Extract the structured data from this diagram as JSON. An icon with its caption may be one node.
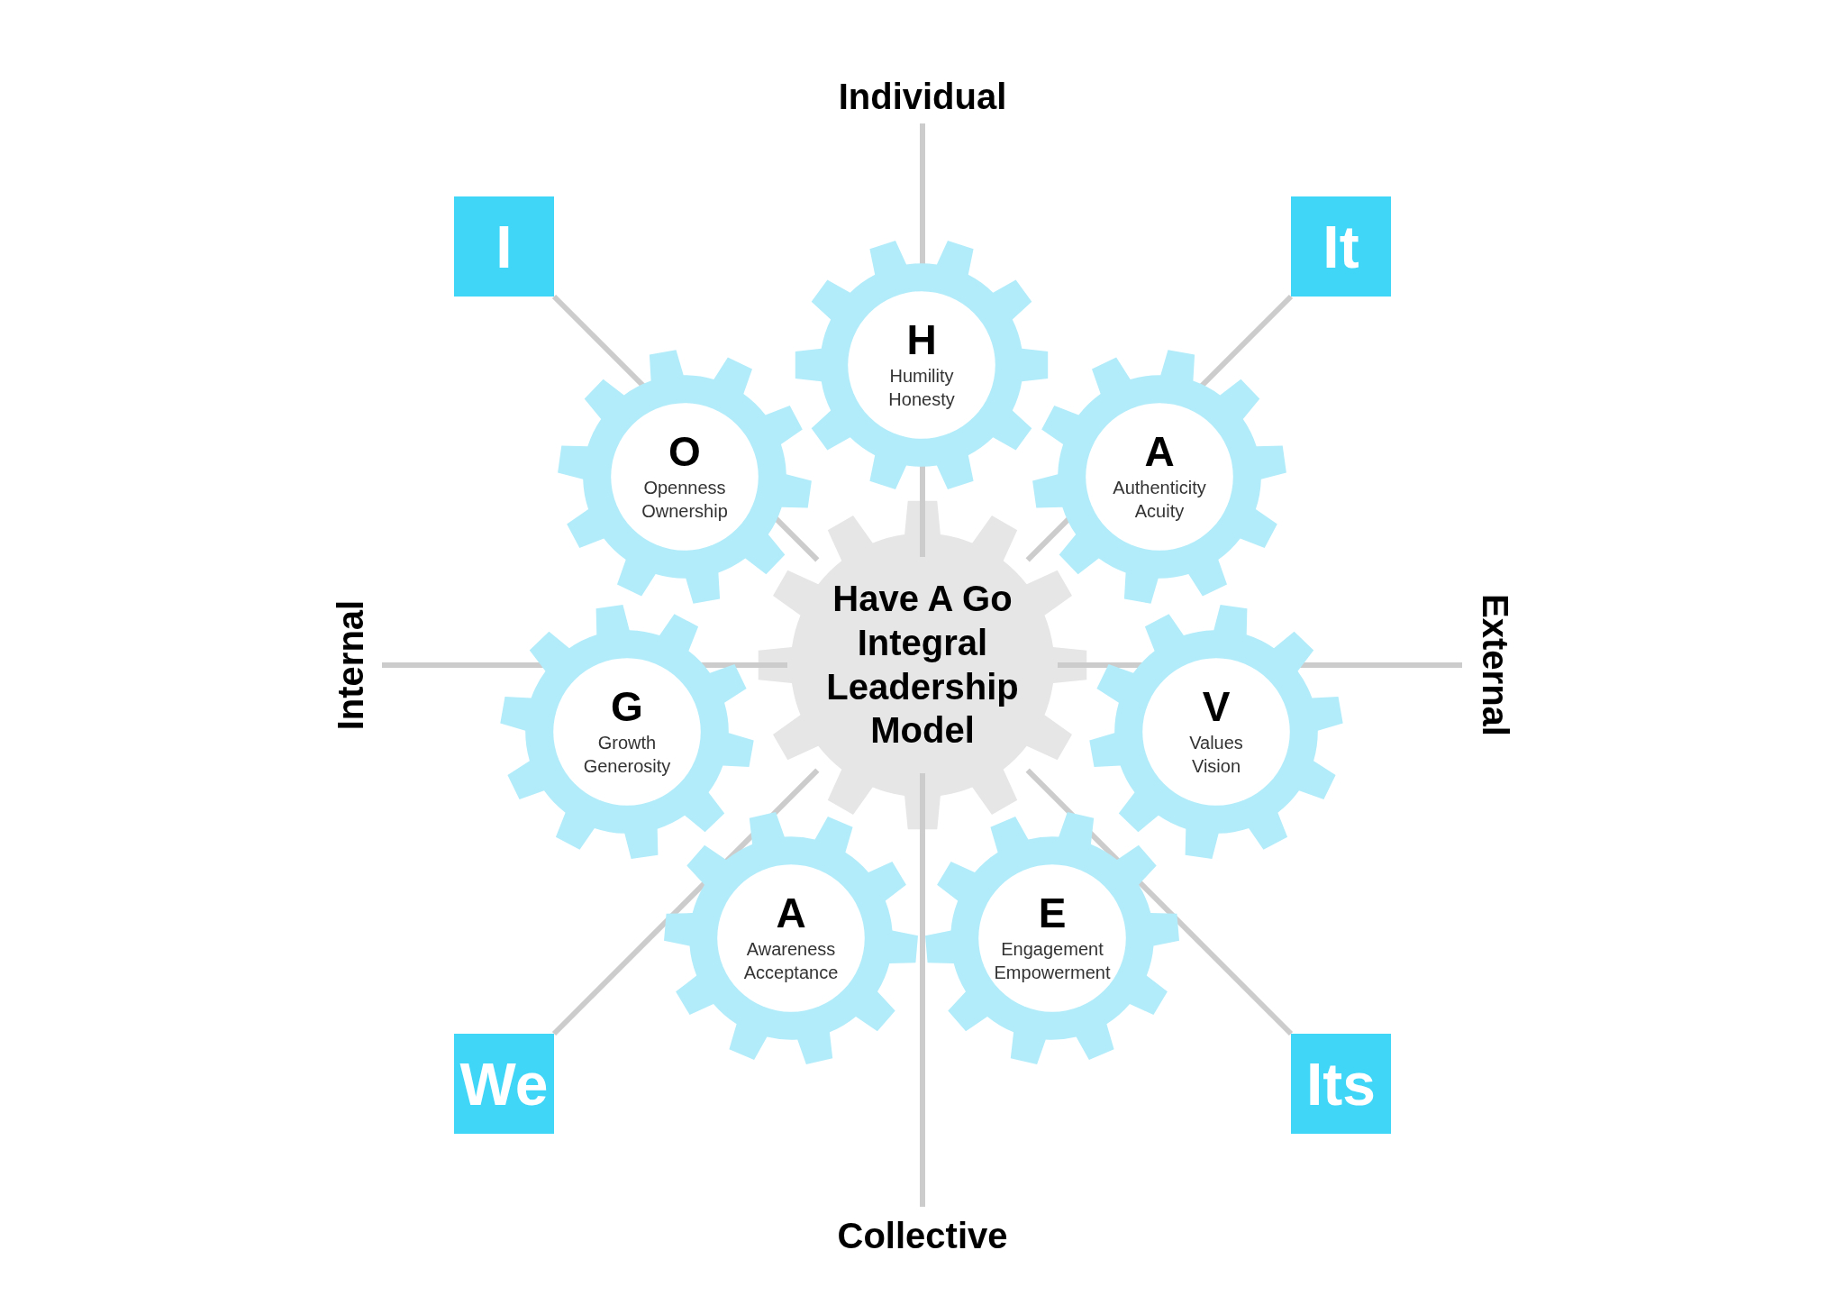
{
  "diagram": {
    "nodes": [
      {
        "text": [
          "I"
        ]
      },
      {
        "text": [
          "It"
        ]
      },
      {
        "text": [
          "H",
          "Humility Honesty"
        ]
      },
      {
        "text": [
          "O",
          "Openness Ownership"
        ]
      },
      {
        "text": [
          "A",
          "Authenticity Acuity"
        ]
      },
      {
        "text": [
          "Have A Go Integral Leadership Model"
        ]
      },
      {
        "text": [
          "G",
          "Growth Generosity"
        ]
      },
      {
        "text": [
          "V",
          "Values Vision"
        ]
      },
      {
        "text": [
          "A",
          "Awareness Acceptance"
        ]
      },
      {
        "text": [
          "E",
          "Engagement Empowerment"
        ]
      },
      {
        "text": [
          "We"
        ]
      },
      {
        "text": [
          "Its"
        ]
      }
    ],
    "edges": [],
    "labels": [
      "Individual",
      "Internal",
      "External",
      "Collective"
    ]
  }
}
